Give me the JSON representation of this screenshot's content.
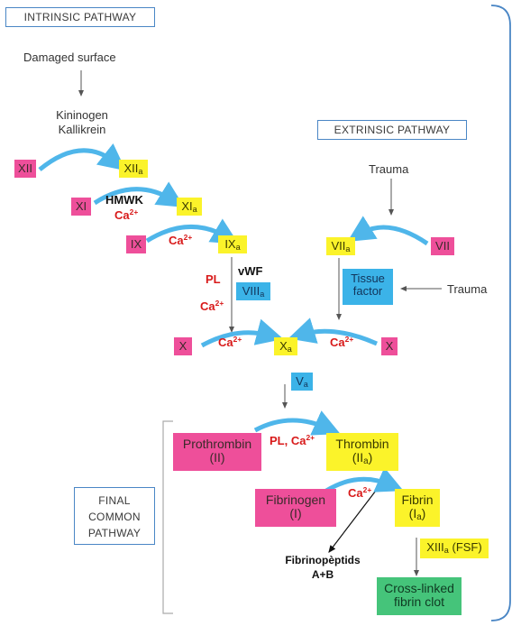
{
  "labels": {
    "intrinsic_title": "INTRINSIC PATHWAY",
    "extrinsic_title": "EXTRINSIC PATHWAY",
    "final_title_1": "FINAL",
    "final_title_2": "COMMON",
    "final_title_3": "PATHWAY",
    "damaged_surface": "Damaged surface",
    "kininogen": "Kininogen",
    "kallikrein": "Kallikrein",
    "trauma_top": "Trauma",
    "trauma_right": "Trauma",
    "hmwk": "HMWK",
    "vwf": "vWF",
    "pl": "PL",
    "pl_ca": "PL, Ca",
    "ca": "Ca",
    "ca_sup": "2+",
    "fibrinopeptides_1": "Fibrinopèptids",
    "fibrinopeptides_2": "A+B"
  },
  "factors": {
    "xii": "XII",
    "xiia": "XII",
    "xi": "XI",
    "xia": "XI",
    "ix": "IX",
    "ixa": "IX",
    "viiia": "VIII",
    "viia": "VII",
    "vii": "VII",
    "tissue_factor_1": "Tissue",
    "tissue_factor_2": "factor",
    "x_left": "X",
    "xa": "X",
    "x_right": "X",
    "va": "V",
    "prothrombin_1": "Prothrombin",
    "prothrombin_2": "(II)",
    "thrombin_1": "Thrombin",
    "thrombin_2": "(II",
    "fibrinogen_1": "Fibrinogen",
    "fibrinogen_2": "(I)",
    "fibrin_1": "Fibrin",
    "fibrin_2": "(I",
    "xiiia": "XIII",
    "fsf": "(FSF)",
    "clot_1": "Cross-linked",
    "clot_2": "fibrin clot",
    "sub_a": "a",
    "close_paren": ")"
  },
  "colors": {
    "pink": "#ee4f9a",
    "yellow": "#fbf32a",
    "blue": "#3bb3e8",
    "green": "#45c47a",
    "arrow_blue": "#4fb6ea",
    "red_text": "#d81a1a",
    "frame_blue": "#4a86c5"
  }
}
